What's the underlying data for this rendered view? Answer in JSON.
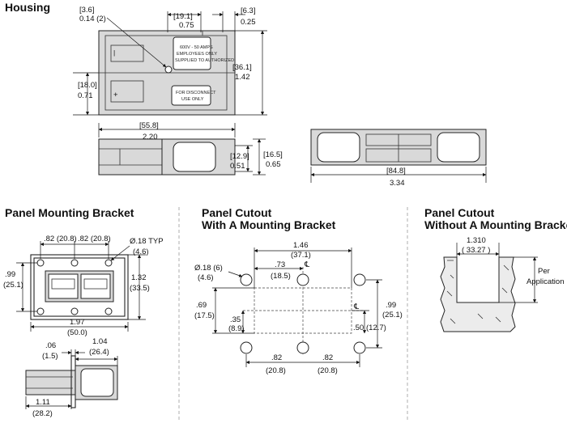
{
  "sections": {
    "housing": "Housing",
    "panel_bracket": "Panel Mounting Bracket",
    "cutout_with_1": "Panel Cutout",
    "cutout_with_2": "With A Mounting Bracket",
    "cutout_without_1": "Panel Cutout",
    "cutout_without_2": "Without A Mounting Bracket"
  },
  "housing": {
    "d36_mm": "[3.6]",
    "d36_in": "0.14 (2)",
    "d191_mm": "[19.1]",
    "d191_in": "0.75",
    "d63_mm": "[6.3]",
    "d63_in": "0.25",
    "d361_mm": "[36.1]",
    "d361_in": "1.42",
    "d180_mm": "[18.0]",
    "d180_in": "0.71",
    "d558_mm": "[55.8]",
    "d558_in": "2.20",
    "d129_mm": "[12.9]",
    "d129_in": "0.51",
    "d165_mm": "[16.5]",
    "d165_in": "0.65",
    "d848_mm": "[84.8]",
    "d848_in": "3.34",
    "label_lines": [
      "600V - 50 AMPS",
      "EMPLOYEES ONLY",
      "SUPPLIED TO AUTHORIZED",
      "FOR DISCONNECT",
      "USE ONLY"
    ]
  },
  "bracket": {
    "s82a": ".82 (20.8)",
    "s82b": ".82 (20.8)",
    "hole_dia": "Ø.18 TYP",
    "hole_dia_mm": "(4.6)",
    "h99": ".99",
    "h99_mm": "(25.1)",
    "h132": "1.32",
    "h132_mm": "(33.5)",
    "w197": "1.97",
    "w197_mm": "(50.0)",
    "t06": ".06",
    "t06_mm": "(1.5)",
    "w104": "1.04",
    "w104_mm": "(26.4)",
    "w111": "1.11",
    "w111_mm": "(28.2)"
  },
  "cutout_with": {
    "w146": "1.46",
    "w146_mm": "(37.1)",
    "w73": ".73",
    "w73_mm": "(18.5)",
    "hole": "Ø.18 (6)",
    "hole_mm": "(4.6)",
    "h69": ".69",
    "h69_mm": "(17.5)",
    "h35": ".35",
    "h35_mm": "(8.9)",
    "h99": ".99",
    "h99_mm": "(25.1)",
    "h50": ".50",
    "h50_mm": "(12.7)",
    "b82a": ".82",
    "b82a_mm": "(20.8)",
    "b82b": ".82",
    "b82b_mm": "(20.8)",
    "cl": "℄"
  },
  "cutout_without": {
    "w": "1.310",
    "w_mm": "( 33.27 )",
    "note1": "Per",
    "note2": "Application"
  }
}
